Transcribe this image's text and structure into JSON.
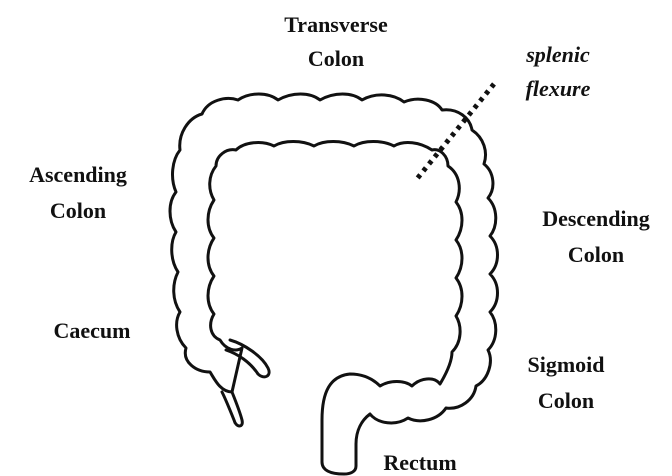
{
  "labels": {
    "transverse": {
      "line1": "Transverse",
      "line2": "Colon"
    },
    "ascending": {
      "line1": "Ascending",
      "line2": "Colon"
    },
    "descending": {
      "line1": "Descending",
      "line2": "Colon"
    },
    "sigmoid": {
      "line1": "Sigmoid",
      "line2": "Colon"
    },
    "caecum": "Caecum",
    "rectum": "Rectum",
    "splenic": {
      "line1": "splenic",
      "line2": "flexure"
    }
  }
}
